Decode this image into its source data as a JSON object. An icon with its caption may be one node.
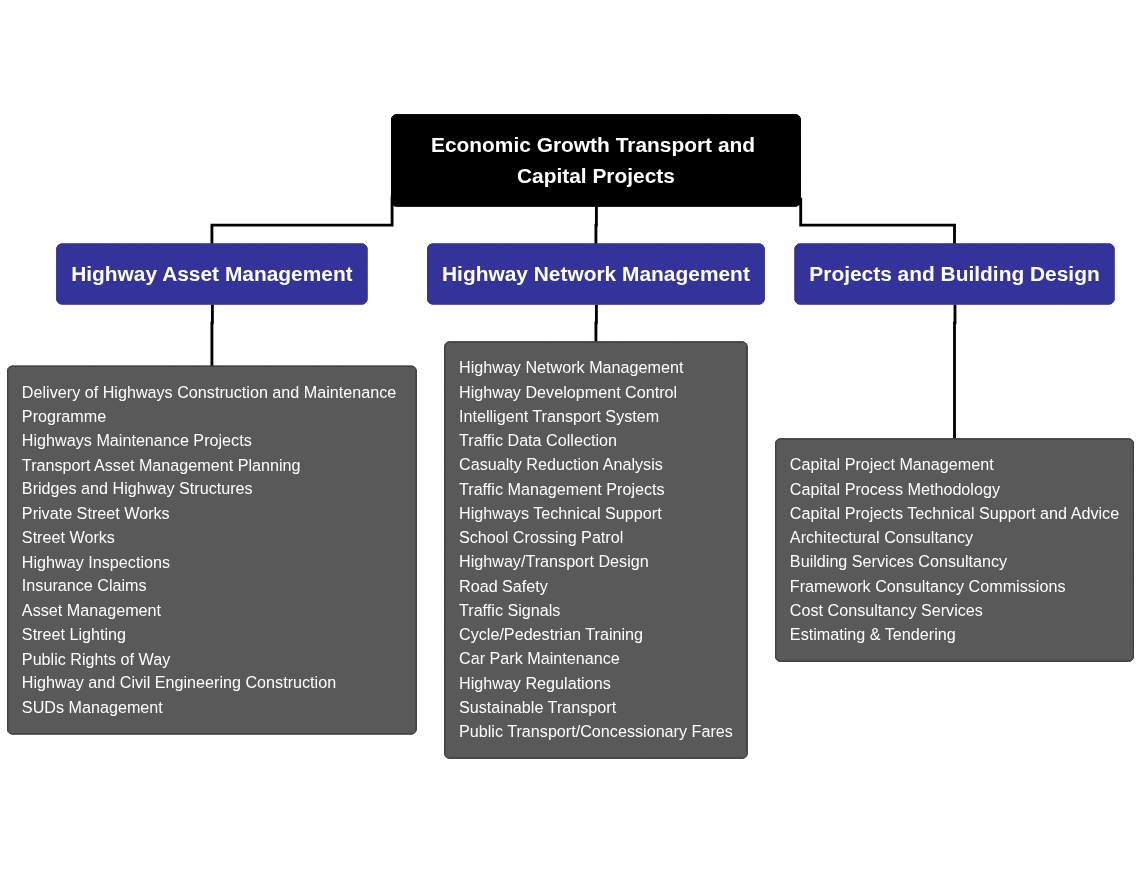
{
  "diagram": {
    "nodes": [
      {
        "text": [
          "Economic Growth Transport and Capital Projects"
        ]
      },
      {
        "text": [
          "Highway Asset Management"
        ]
      },
      {
        "text": [
          "Highway Network Management"
        ]
      },
      {
        "text": [
          "Projects and Building Design"
        ]
      },
      {
        "text": [
          "Delivery of Highways Construction and Maintenance Programme",
          "Highways Maintenance Projects",
          "Transport Asset Management Planning",
          "Bridges and Highway Structures",
          "Private Street Works",
          "Street Works",
          "Highway Inspections",
          "Insurance Claims",
          "Asset Management",
          "Street Lighting",
          "Public Rights of Way",
          "Highway and Civil Engineering Construction",
          "SUDs Management"
        ]
      },
      {
        "text": [
          "Highway Network Management",
          "Highway Development Control",
          "Intelligent Transport System",
          "Traffic Data Collection",
          "Casualty Reduction Analysis",
          "Traffic Management Projects",
          "Highways Technical Support",
          "School Crossing Patrol",
          "Highway/Transport Design",
          "Road Safety",
          "Traffic Signals",
          "Cycle/Pedestrian Training",
          "Car Park Maintenance",
          "Highway Regulations",
          "Sustainable Transport",
          "Public Transport/Concessionary Fares"
        ]
      },
      {
        "text": [
          "Capital Project Management",
          "Capital Process Methodology",
          "Capital Projects Technical Support and Advice",
          "Architectural Consultancy",
          "Building Services Consultancy",
          "Framework Consultancy Commissions",
          "Cost Consultancy Services",
          "Estimating & Tendering"
        ]
      }
    ],
    "edges": [
      {
        "from": 0,
        "to": 1,
        "arrow": "none"
      },
      {
        "from": 0,
        "to": 2,
        "arrow": "none"
      },
      {
        "from": 0,
        "to": 3,
        "arrow": "none"
      },
      {
        "from": 1,
        "to": 4,
        "arrow": "none"
      },
      {
        "from": 2,
        "to": 5,
        "arrow": "none"
      },
      {
        "from": 3,
        "to": 6,
        "arrow": "none"
      }
    ]
  }
}
